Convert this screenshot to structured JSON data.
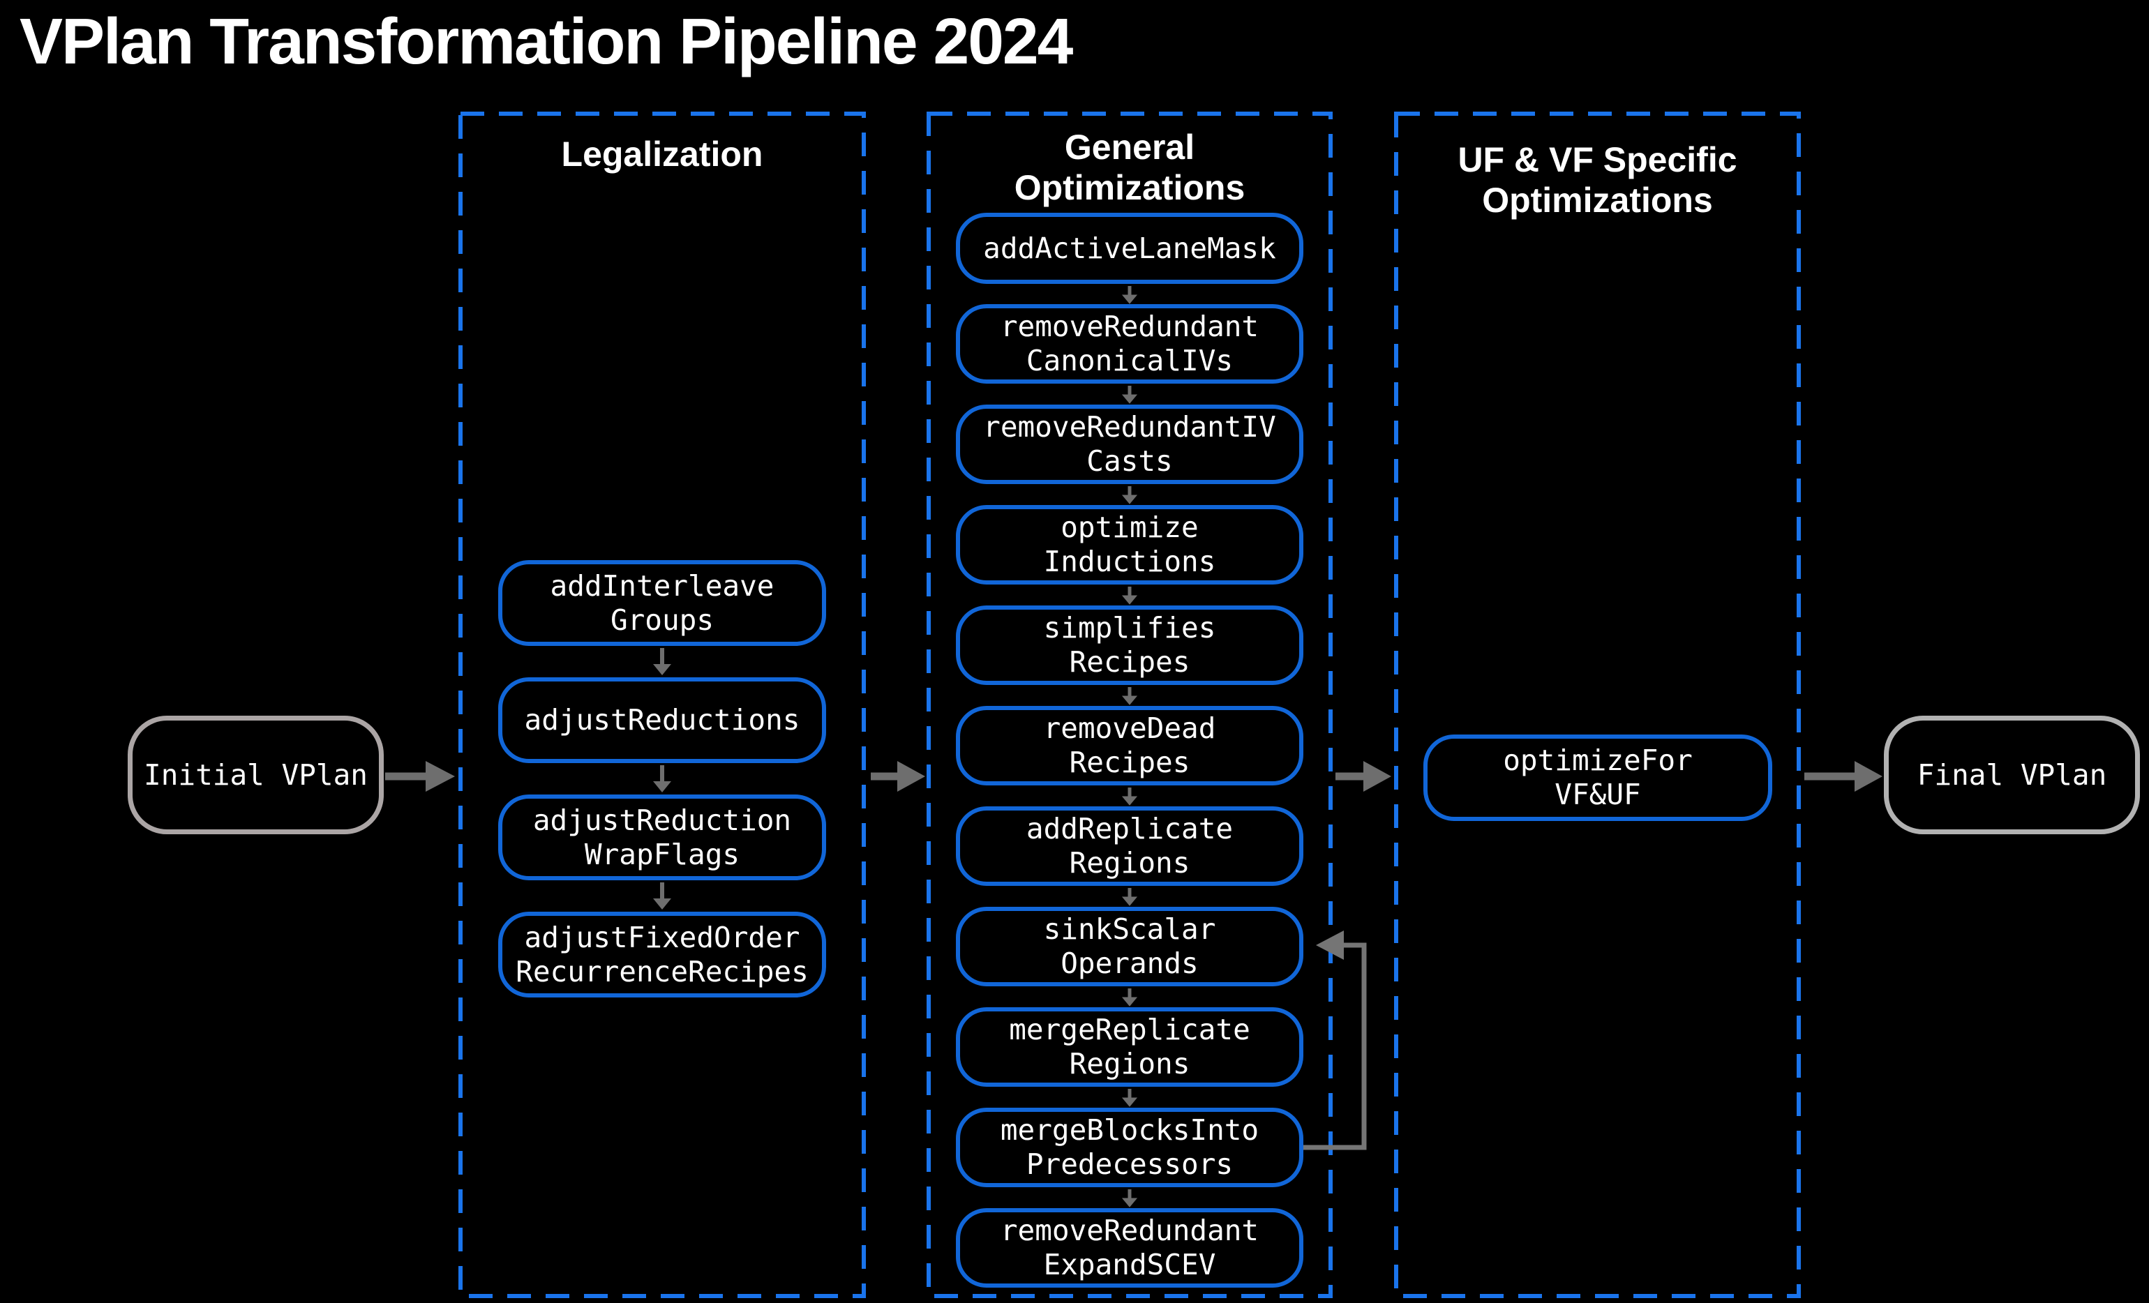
{
  "title": "VPlan Transformation Pipeline 2024",
  "colors": {
    "background": "#000000",
    "box_border_blue": "#1166d8",
    "column_dash_blue": "#1a74ec",
    "arrow_gray": "#6e6e6e",
    "feedback_loop_gray": "#757575",
    "endpoint_border_gray": "#aba5a5",
    "text": "#ffffff"
  },
  "endpoints": {
    "initial": "Initial VPlan",
    "final": "Final VPlan"
  },
  "columns": [
    {
      "title": "Legalization",
      "boxes": [
        "addInterleave\nGroups",
        "adjustReductions",
        "adjustReduction\nWrapFlags",
        "adjustFixedOrder\nRecurrenceRecipes"
      ]
    },
    {
      "title": "General\nOptimizations",
      "boxes": [
        "addActiveLaneMask",
        "removeRedundant\nCanonicalIVs",
        "removeRedundantIV\nCasts",
        "optimize\nInductions",
        "simplifies\nRecipes",
        "removeDead\nRecipes",
        "addReplicate\nRegions",
        "sinkScalar\nOperands",
        "mergeReplicate\nRegions",
        "mergeBlocksInto\nPredecessors",
        "removeRedundant\nExpandSCEV"
      ]
    },
    {
      "title": "UF & VF Specific\nOptimizations",
      "boxes": [
        "optimizeFor\nVF&UF"
      ]
    }
  ],
  "feedback_loop": {
    "from_step": "mergeBlocksInto Predecessors",
    "to_step": "sinkScalar Operands"
  }
}
